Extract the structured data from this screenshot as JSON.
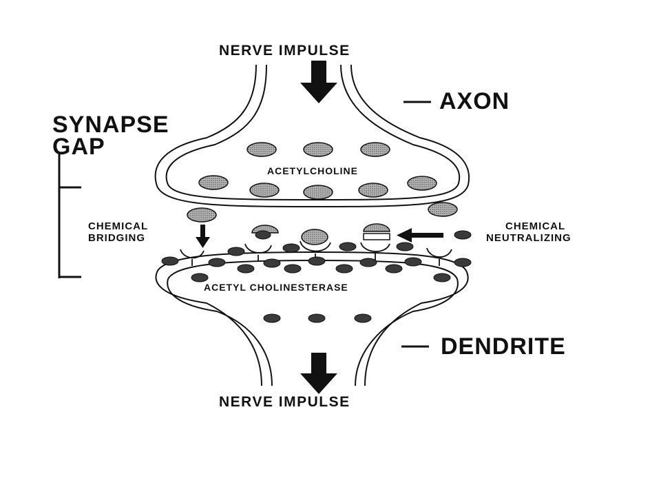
{
  "labels": {
    "top_impulse": "NERVE IMPULSE",
    "axon": "AXON",
    "synapse_gap_line1": "SYNAPSE",
    "synapse_gap_line2": "GAP",
    "acetylcholine": "ACETYLCHOLINE",
    "chemical_bridging_line1": "CHEMICAL",
    "chemical_bridging_line2": "BRIDGING",
    "chemical_neutralizing_line1": "CHEMICAL",
    "chemical_neutralizing_line2": "NEUTRALIZING",
    "acetyl_cholinesterase": "ACETYL CHOLINESTERASE",
    "dendrite": "DENDRITE",
    "bottom_impulse": "NERVE IMPULSE"
  },
  "colors": {
    "line": "#111111",
    "acetylcholine_fill": "#9a9a9a",
    "cholinesterase_fill": "#3a3a3a",
    "background": "#ffffff"
  }
}
